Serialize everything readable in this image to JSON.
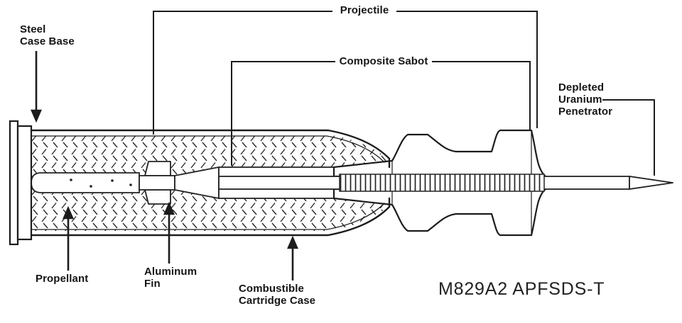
{
  "diagram": {
    "title": "M829A2 APFSDS-T",
    "labels": {
      "projectile": "Projectile",
      "steel_case_base": "Steel\nCase Base",
      "composite_sabot": "Composite Sabot",
      "depleted_uranium_penetrator": "Depleted\nUranium\nPenetrator",
      "propellant": "Propellant",
      "aluminum_fin": "Aluminum\nFin",
      "combustible_cartridge_case": "Combustible\nCartridge Case"
    },
    "colors": {
      "ink": "#1c1c1c",
      "background": "#ffffff"
    }
  }
}
